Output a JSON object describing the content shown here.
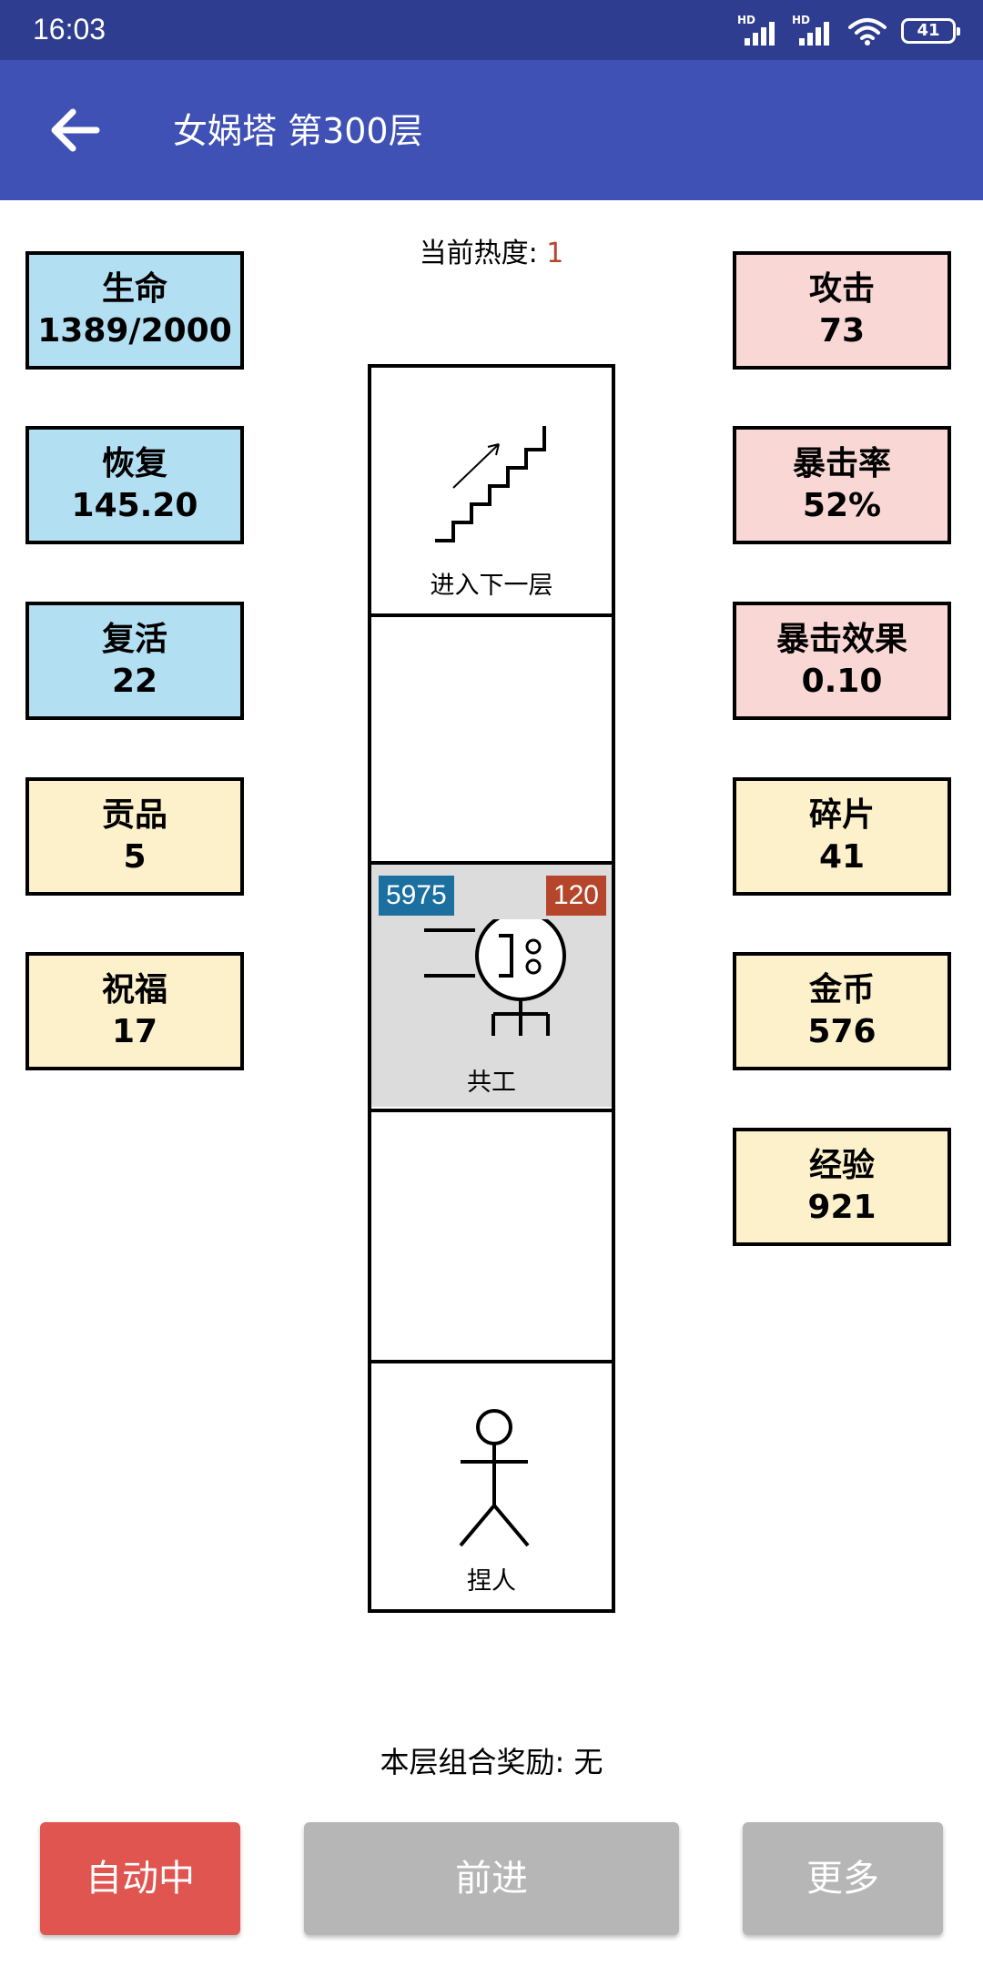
{
  "status_bar": {
    "time": "16:03",
    "signal_1_tag": "HD",
    "signal_2_tag": "HD",
    "battery": "41"
  },
  "app_bar": {
    "title": "女娲塔 第300层",
    "back_icon": "arrow-left-icon"
  },
  "heat": {
    "label": "当前热度: ",
    "value": "1"
  },
  "left_stats": [
    {
      "label": "生命",
      "value": "1389/2000"
    },
    {
      "label": "恢复",
      "value": "145.20"
    },
    {
      "label": "复活",
      "value": "22"
    },
    {
      "label": "贡品",
      "value": "5"
    },
    {
      "label": "祝福",
      "value": "17"
    }
  ],
  "right_stats": [
    {
      "label": "攻击",
      "value": "73"
    },
    {
      "label": "暴击率",
      "value": "52%"
    },
    {
      "label": "暴击效果",
      "value": "0.10"
    },
    {
      "label": "碎片",
      "value": "41"
    },
    {
      "label": "金币",
      "value": "576"
    },
    {
      "label": "经验",
      "value": "921"
    }
  ],
  "tower": {
    "exit": {
      "label": "进入下一层",
      "icon": "stairs-up-icon"
    },
    "enemy": {
      "name": "共工",
      "hp": "5975",
      "attack": "120",
      "icon": "gonggong-enemy-icon"
    },
    "player": {
      "name": "捏人",
      "icon": "stick-figure-icon"
    }
  },
  "bonus": {
    "label": "本层组合奖励: ",
    "value": "无"
  },
  "buttons": {
    "auto": "自动中",
    "forward": "前进",
    "more": "更多"
  },
  "colors": {
    "status_bar": "#2e3d8f",
    "app_bar": "#3f51b5",
    "stat_blue": "#b3dff2",
    "stat_pink": "#f9d7d5",
    "stat_cream": "#fdf1cc",
    "hp_badge": "#1c70a0",
    "atk_badge": "#b5462c",
    "auto_button": "#e05550",
    "disabled_button": "#b6b6b6",
    "enemy_cell": "#dcdcdc"
  }
}
